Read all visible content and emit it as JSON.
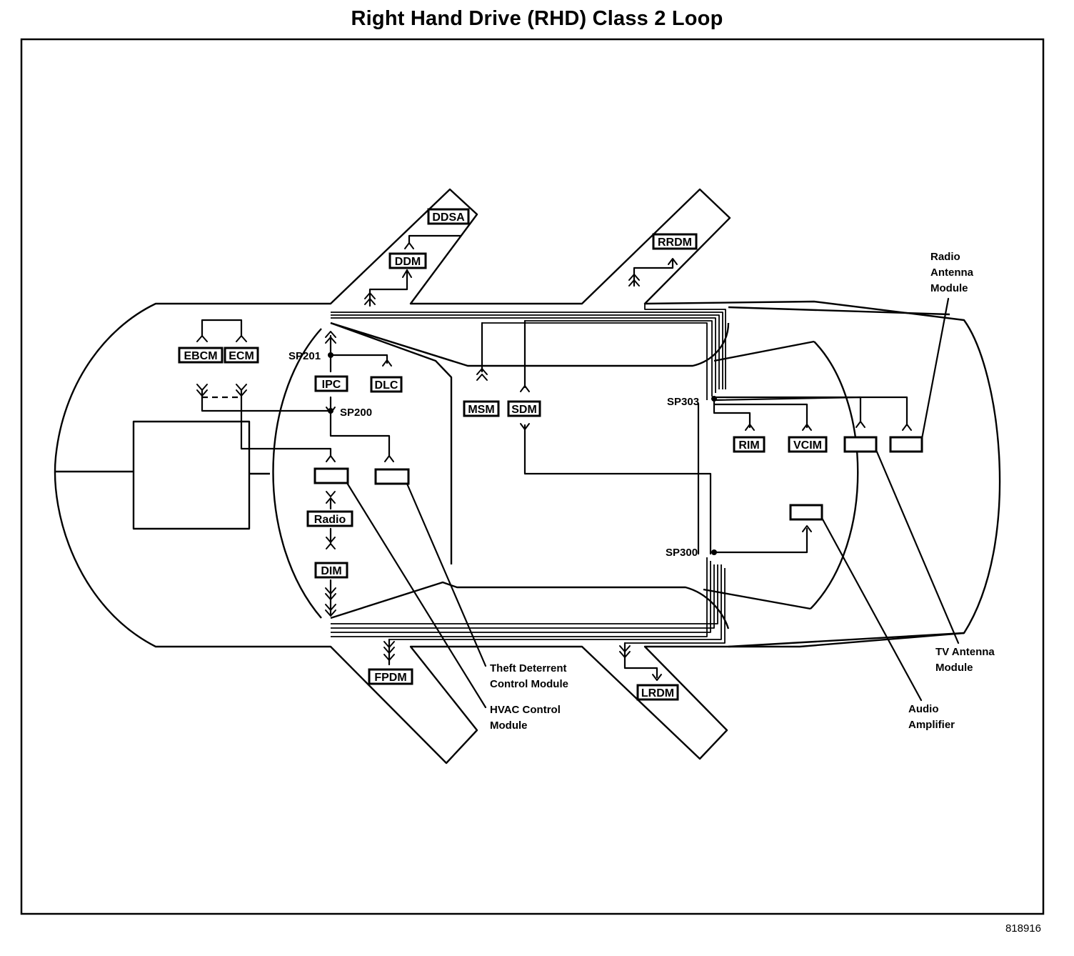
{
  "title": "Right Hand Drive (RHD) Class 2 Loop",
  "figure_number": "818916",
  "modules": {
    "ddsa": "DDSA",
    "ddm": "DDM",
    "rrdm": "RRDM",
    "ebcm": "EBCM",
    "ecm": "ECM",
    "ipc": "IPC",
    "dlc": "DLC",
    "msm": "MSM",
    "sdm": "SDM",
    "rim": "RIM",
    "vcim": "VCIM",
    "radio": "Radio",
    "dim": "DIM",
    "fpdm": "FPDM",
    "lrdm": "LRDM"
  },
  "splices": {
    "sp201": "SP201",
    "sp200": "SP200",
    "sp303": "SP303",
    "sp300": "SP300"
  },
  "callouts": {
    "radio_antenna": [
      "Radio",
      "Antenna",
      "Module"
    ],
    "tv_antenna": [
      "TV Antenna",
      "Module"
    ],
    "audio_amplifier": [
      "Audio",
      "Amplifier"
    ],
    "theft_deterrent": [
      "Theft Deterrent",
      "Control Module"
    ],
    "hvac_control": [
      "HVAC Control",
      "Module"
    ]
  }
}
